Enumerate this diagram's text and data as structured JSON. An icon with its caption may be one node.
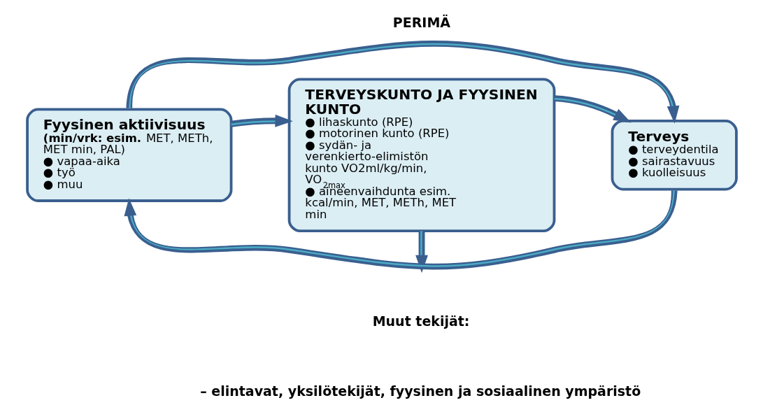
{
  "diagram": {
    "nodes": [
      {
        "text": [
          "Fyysinen aktiivisuus",
          "**(min/vrk: esim.** MET, METh, MET min, PAL)",
          "● vapaa-aika",
          "● työ",
          "● muu"
        ]
      },
      {
        "text": [
          "TERVEYSKUNTO JA FYYSINEN KUNTO",
          "● lihaskunto (RPE)",
          "● motorinen kunto (RPE)",
          "● sydän- ja verenkierto-elimistön kunto VO2ml/kg/min, VO$_{2max}$",
          "● aineenvaihdunta esim. kcal/min, MET, METh, MET min"
        ]
      },
      {
        "text": [
          "Terveys",
          "● terveydentila",
          "● sairastavuus",
          "● kuolleisuus"
        ]
      }
    ],
    "edges": [
      {
        "from": 0,
        "to": 1,
        "arrow": "to"
      },
      {
        "from": 1,
        "to": 2,
        "arrow": "to"
      },
      {
        "from": 0,
        "to": 2,
        "arrow": "to"
      },
      {
        "from": 2,
        "to": 0,
        "arrow": "to"
      },
      {
        "from": 1,
        "to": null,
        "arrow": "to"
      }
    ],
    "labels": [
      "PERIMÄ",
      "Muut tekijät:",
      "– elintavat, yksilötekijät, fyysinen ja sosiaalinen ympäristö"
    ]
  }
}
